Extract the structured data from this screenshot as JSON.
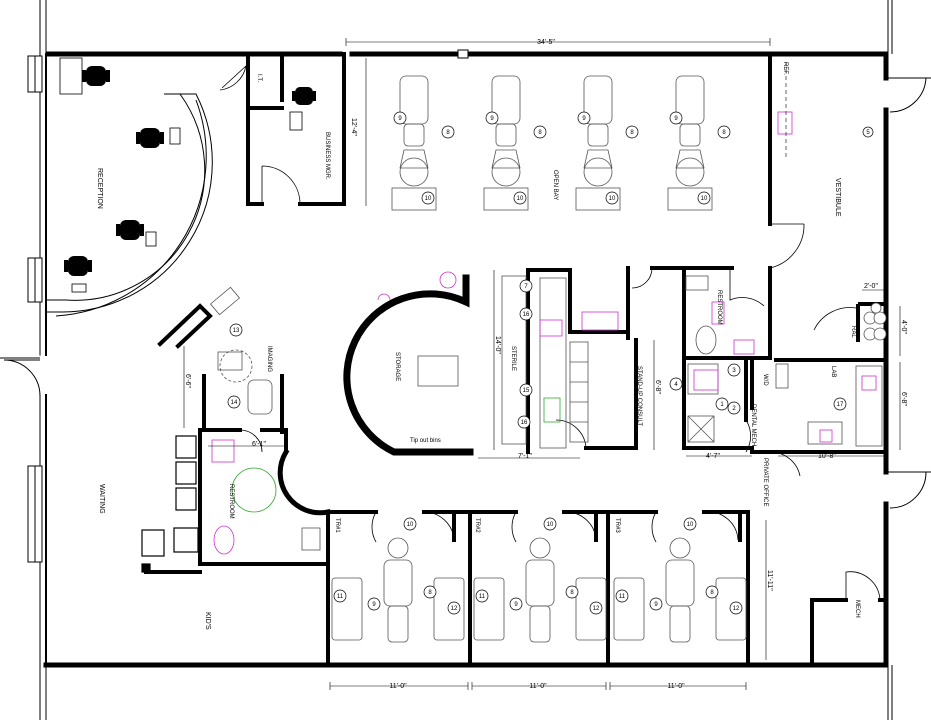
{
  "rooms": {
    "reception": "RECEPTION",
    "it": "I.T.",
    "business_mgr": "BUSINESS MGR.",
    "open_bay": "OPEN BAY",
    "vestibule": "VESTIBULE",
    "ref": "REF.",
    "storage": "STORAGE",
    "tip_out_bins": "Tip out bins",
    "sterile": "STERILE",
    "stand_up_consult": "STAND-UP CONSULT",
    "restroom_top": "RESTROOM",
    "lab": "LAB",
    "wd": "W/D",
    "ral": "RAL",
    "dental_mech": "DENTAL MECH",
    "private_office": "PRIVATE OFFICE",
    "imaging": "IMAGING",
    "restroom_left": "RESTROOM",
    "waiting": "WAITING",
    "kids": "KID'S",
    "tr1": "TR#1",
    "tr2": "TR#2",
    "tr3": "TR#3",
    "mech": "MECH"
  },
  "dimensions": {
    "top": "34'-5\"",
    "open_bay_height": "12'-4\"",
    "sterile_height": "14'-0\"",
    "sterile_width": "7'-1\"",
    "consult_height": "6'-8\"",
    "consult_width": "4'-7\"",
    "lab_width": "10'-8\"",
    "lab_height": "6'-8\"",
    "ral_height": "4'-0\"",
    "ral_width": "2'-0\"",
    "imaging_height": "6'-6\"",
    "imaging_width": "6'-1\"",
    "mech_height": "11'-11\"",
    "tr1_width": "11'-0\"",
    "tr2_width": "11'-0\"",
    "tr3_width": "11'-0\""
  },
  "tags": {
    "chair": "9",
    "cart": "8",
    "cabinet": "10",
    "tr_side": "11",
    "tr_side_b": "12",
    "imaging_unit": "13",
    "imaging_chair": "14",
    "sterile_7": "7",
    "sterile_16a": "16",
    "sterile_15": "15",
    "sterile_16b": "16",
    "consult_4": "4",
    "consult_3": "3",
    "consult_2": "2",
    "consult_1": "1",
    "lab_17": "17",
    "vestibule_5": "5"
  },
  "colors": {
    "wall": "#000000",
    "fixture": "#555555",
    "plumbing": "#cc33cc",
    "green": "#33aa33"
  }
}
